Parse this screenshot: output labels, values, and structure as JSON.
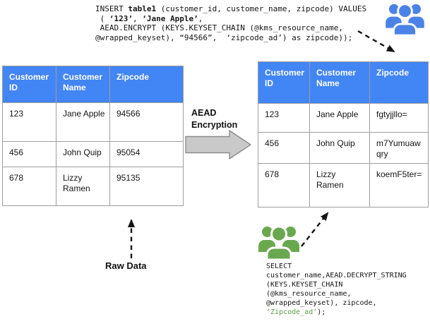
{
  "colors": {
    "header_blue": "#4285F4",
    "icon_blue": "#4A82E8",
    "icon_green": "#6AA84F",
    "green": "#5B9A48",
    "arrow_fill": "#C9C9C9",
    "arrow_stroke": "#8C8C8C"
  },
  "insert_sql": {
    "lines": [
      [
        {
          "t": "INSERT "
        },
        {
          "t": "table1",
          "b": 1
        },
        {
          "t": " (customer_id, customer_name, zipcode) VALUES"
        }
      ],
      [
        {
          "t": " ( "
        },
        {
          "t": "‘123’",
          "b": 1
        },
        {
          "t": ", "
        },
        {
          "t": "‘Jane Apple’",
          "b": 1
        },
        {
          "t": ","
        }
      ],
      [
        {
          "t": " AEAD.ENCRYPT (KEYS.KEYSET_CHAIN (@kms_resource_name,"
        }
      ],
      [
        {
          "t": "@wrapped_keyset), “94566”,  ‘zipcode_ad’) as zipcode));"
        }
      ]
    ]
  },
  "select_sql": {
    "lines": [
      [
        {
          "t": "SELECT"
        }
      ],
      [
        {
          "t": "customer_name,AEAD.DECRYPT_STRING"
        }
      ],
      [
        {
          "t": "(KEYS.KEYSET_CHAIN"
        }
      ],
      [
        {
          "t": "(@kms_resource_name,"
        }
      ],
      [
        {
          "t": "@wrapped_keyset), zipcode,"
        }
      ],
      [
        {
          "t": "‘Zipcode_ad’",
          "c": "green"
        },
        {
          "t": ");"
        }
      ]
    ]
  },
  "tables": {
    "left": {
      "headers": [
        "Customer ID",
        "Customer Name",
        "Zipcode"
      ],
      "rows": [
        [
          "123",
          "Jane Apple",
          "94566"
        ],
        [
          "456",
          "John Quip",
          "95054"
        ],
        [
          "678",
          "Lizzy Ramen",
          "95135"
        ]
      ]
    },
    "right": {
      "headers": [
        "Customer ID",
        "Customer Name",
        "Zipcode"
      ],
      "rows": [
        [
          "123",
          "Jane Apple",
          "fgtyjjllo="
        ],
        [
          "456",
          "John Quip",
          "m7Yumuawqry"
        ],
        [
          "678",
          "Lizzy Ramen",
          "koemF5ter="
        ]
      ]
    }
  },
  "labels": {
    "aead": "AEAD Encryption",
    "raw_data": "Raw Data"
  },
  "icons": {
    "top_right": "users-group-icon",
    "bottom": "users-group-icon"
  }
}
